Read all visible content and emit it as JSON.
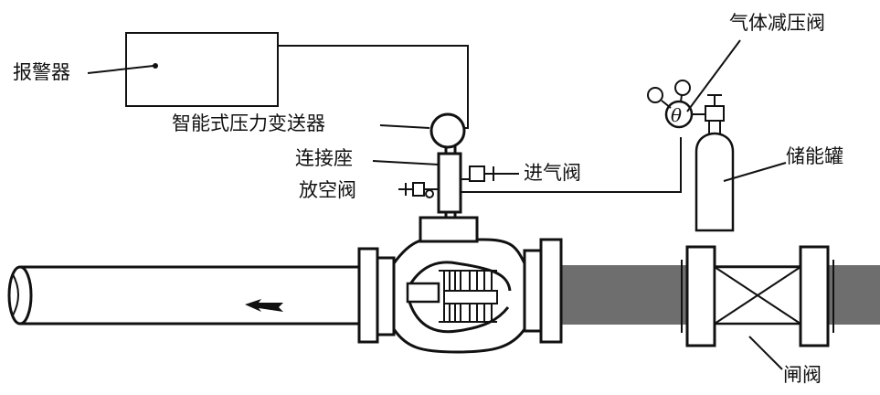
{
  "labels": {
    "alarm": "报警器",
    "transmitter": "智能式压力变送器",
    "connector": "连接座",
    "vent_valve": "放空阀",
    "inlet_valve": "进气阀",
    "reducer": "气体减压阀",
    "tank": "储能罐",
    "gate_valve": "闸阀",
    "gauge_symbol": "θ"
  },
  "colors": {
    "pipe_gray": "#6e6e6e",
    "line": "#111111",
    "background": "#ffffff"
  },
  "icons": {
    "flow": "left-arrow-icon"
  }
}
